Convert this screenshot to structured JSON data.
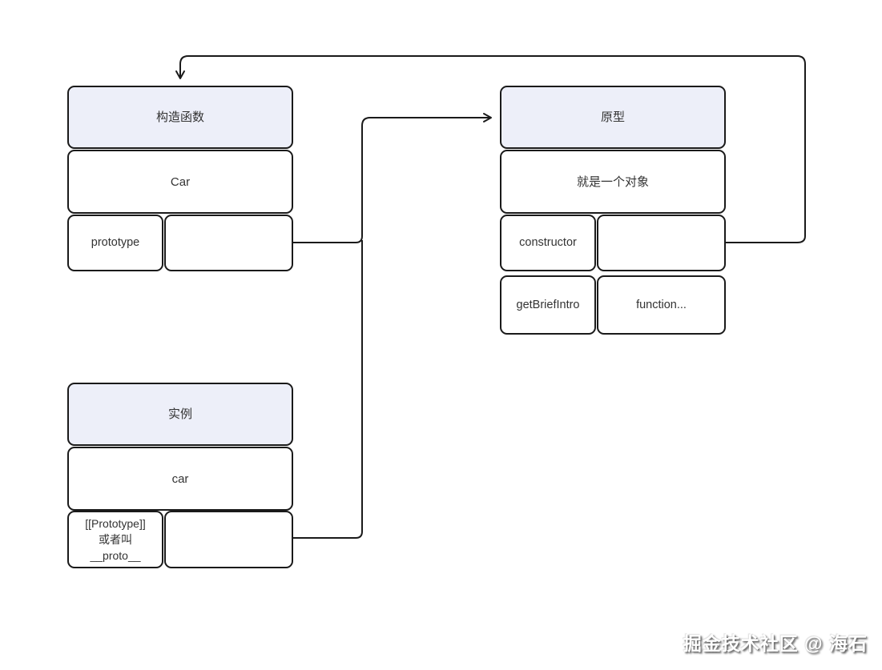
{
  "colors": {
    "border": "#1a1a1a",
    "header_fill": "#edeff9",
    "cell_fill": "#ffffff",
    "text": "#333333",
    "line": "#1a1a1a"
  },
  "boxes": {
    "constructor_box": {
      "title": "构造函数",
      "name": "Car",
      "prototype_label": "prototype"
    },
    "prototype_box": {
      "title": "原型",
      "desc": "就是一个对象",
      "constructor_label": "constructor",
      "method_label": "getBriefIntro",
      "method_value": "function..."
    },
    "instance_box": {
      "title": "实例",
      "name": "car",
      "proto_lines": [
        "[[Prototype]]",
        "或者叫",
        "__proto__"
      ]
    }
  },
  "watermark": "掘金技术社区 @ 海石"
}
